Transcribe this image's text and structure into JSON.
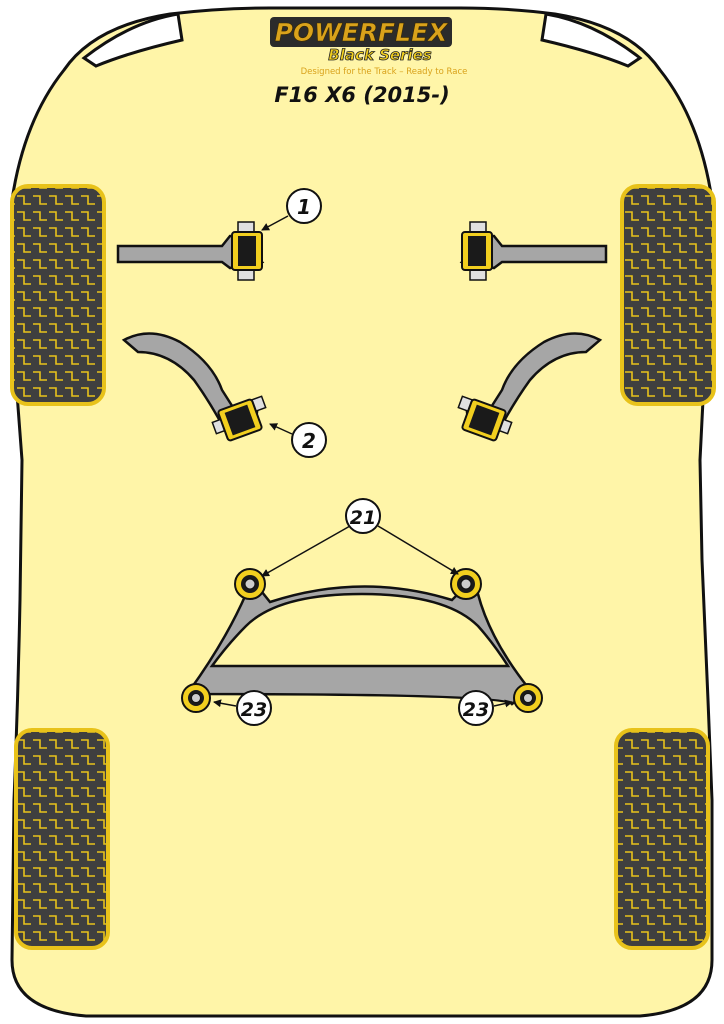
{
  "brand": {
    "name": "POWERFLEX",
    "series": "Black Series",
    "tagline": "Designed for the Track – Ready to Race"
  },
  "model_title": "F16 X6 (2015-)",
  "callouts": [
    {
      "id": "callout-1",
      "label": "1"
    },
    {
      "id": "callout-2",
      "label": "2"
    },
    {
      "id": "callout-21",
      "label": "21"
    },
    {
      "id": "callout-23-left",
      "label": "23"
    },
    {
      "id": "callout-23-right",
      "label": "23"
    }
  ],
  "colors": {
    "body_fill": "#fff5a8",
    "outline": "#111111",
    "arm_grey": "#a6a6a6",
    "bush_yellow": "#f2cf1f",
    "bush_black": "#1a1a1a",
    "tyre_dark": "#3f3f3f",
    "tyre_yellow": "#e8c21a",
    "brand_gold": "#d9a21b"
  }
}
